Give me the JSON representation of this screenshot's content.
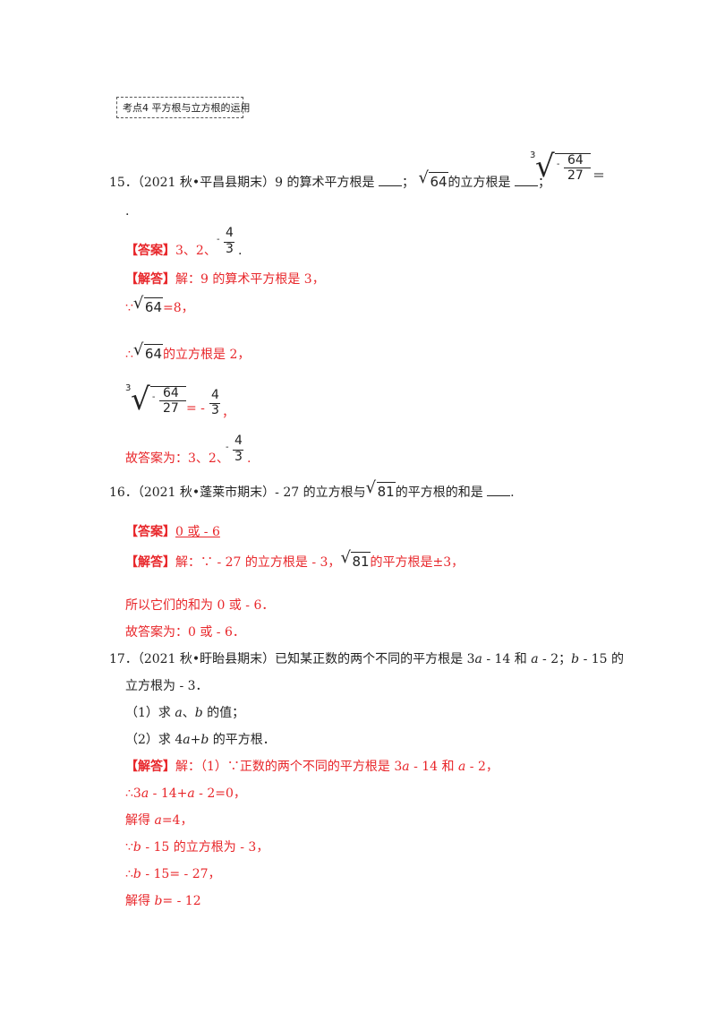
{
  "topic": "考点4  平方根与立方根的运用",
  "q15": {
    "number": "15．",
    "source": "（2021 秋•平昌县期末）",
    "text1": "9 的算术平方根是",
    "sep1": "；",
    "rad64": "64",
    "text2": "的立方根是",
    "sep2": "；",
    "cube_num": "64",
    "cube_den": "27",
    "cube_minus": "-",
    "eq": "＝",
    "cont": ".",
    "answer_label": "【答案】",
    "answer_text": "3、2、",
    "answer_num": "4",
    "answer_den": "3",
    "answer_end": ".",
    "sol_label": "【解答】",
    "sol_line1": "解：9 的算术平方根是 3，",
    "because": "∵",
    "sol_line2_tail": "=8，",
    "therefore": "∴",
    "sol_line3_tail": "的立方根是 2，",
    "sol_line4_eq": "= -",
    "sol_line4_tail": "，",
    "final_label": "故答案为：3、2、",
    "final_end": "."
  },
  "q16": {
    "number": "16．",
    "source": "（2021 秋•蓬莱市期末）",
    "text1": "- 27 的立方根与",
    "rad81": "81",
    "text2": "的平方根的和是",
    "end": ".",
    "answer_label": "【答案】",
    "answer_text": "0 或 - 6",
    "sol_label": "【解答】",
    "sol_line1a": "解：∵ - 27 的立方根是 - 3，",
    "sol_line1b": "的平方根是±3，",
    "sol_line2": "所以它们的和为 0 或 - 6．",
    "final": "故答案为：0 或 - 6．"
  },
  "q17": {
    "number": "17．",
    "source": "（2021 秋•盱眙县期末）",
    "text1": "已知某正数的两个不同的平方根是 3",
    "text1b": " - 14 和 ",
    "text1c": " - 2；",
    "text1d": " - 15 的",
    "line2": "立方根为 - 3．",
    "sub1": "（1）求 ",
    "sub1b": "、",
    "sub1c": " 的值；",
    "sub2": "（2）求 4",
    "sub2b": "+",
    "sub2c": " 的平方根．",
    "var_a": "a",
    "var_b": "b",
    "sol_label": "【解答】",
    "sol1": "解：（1）∵正数的两个不同的平方根是 3",
    "sol1b": " - 14 和 ",
    "sol1c": " - 2，",
    "sol2": "∴3",
    "sol2b": " - 14+",
    "sol2c": " - 2=0，",
    "sol3": "解得 ",
    "sol3b": "=4，",
    "sol4": "∵",
    "sol4b": " - 15 的立方根为 - 3，",
    "sol5": "∴",
    "sol5b": " - 15= - 27，",
    "sol6": "解得 ",
    "sol6b": "= - 12"
  }
}
